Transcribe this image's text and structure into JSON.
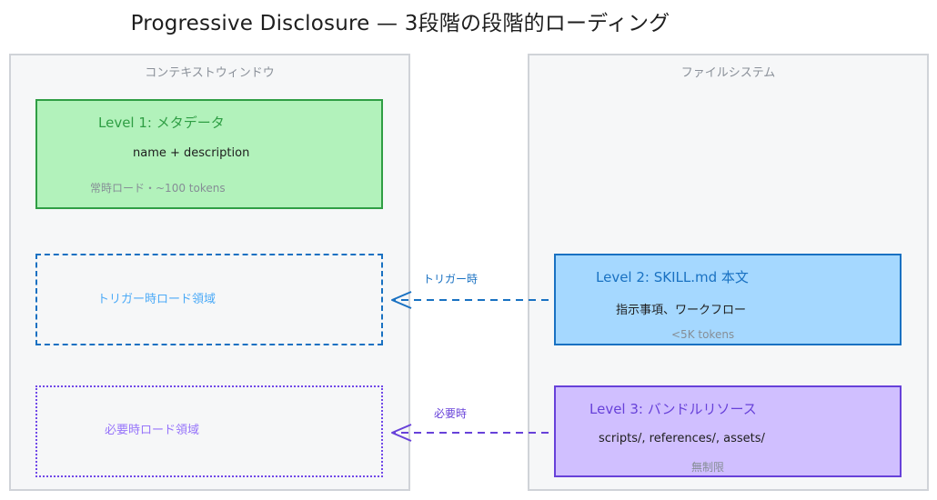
{
  "title": "Progressive Disclosure — 3段階の段階的ローディング",
  "context_window": {
    "label": "コンテキストウィンドウ",
    "level1": {
      "heading": "Level 1: メタデータ",
      "content": "name + description",
      "note": "常時ロード・~100 tokens"
    },
    "trigger_zone": {
      "label": "トリガー時ロード領域"
    },
    "need_zone": {
      "label": "必要時ロード領域"
    }
  },
  "file_system": {
    "label": "ファイルシステム",
    "level2": {
      "heading": "Level 2: SKILL.md 本文",
      "content": "指示事項、ワークフロー",
      "note": "<5K tokens"
    },
    "level3": {
      "heading": "Level 3: バンドルリソース",
      "content": "scripts/, references/, assets/",
      "note": "無制限"
    }
  },
  "arrows": {
    "trigger": {
      "label": "トリガー時",
      "color": "#1971c2"
    },
    "need": {
      "label": "必要時",
      "color": "#6741d9"
    }
  },
  "colors": {
    "level1_fill": "#b2f2bb",
    "level1_stroke": "#2f9e44",
    "level2_fill": "#a5d8ff",
    "level2_stroke": "#1971c2",
    "level3_fill": "#d0bfff",
    "level3_stroke": "#6741d9",
    "panel_fill": "#f6f7f8"
  }
}
